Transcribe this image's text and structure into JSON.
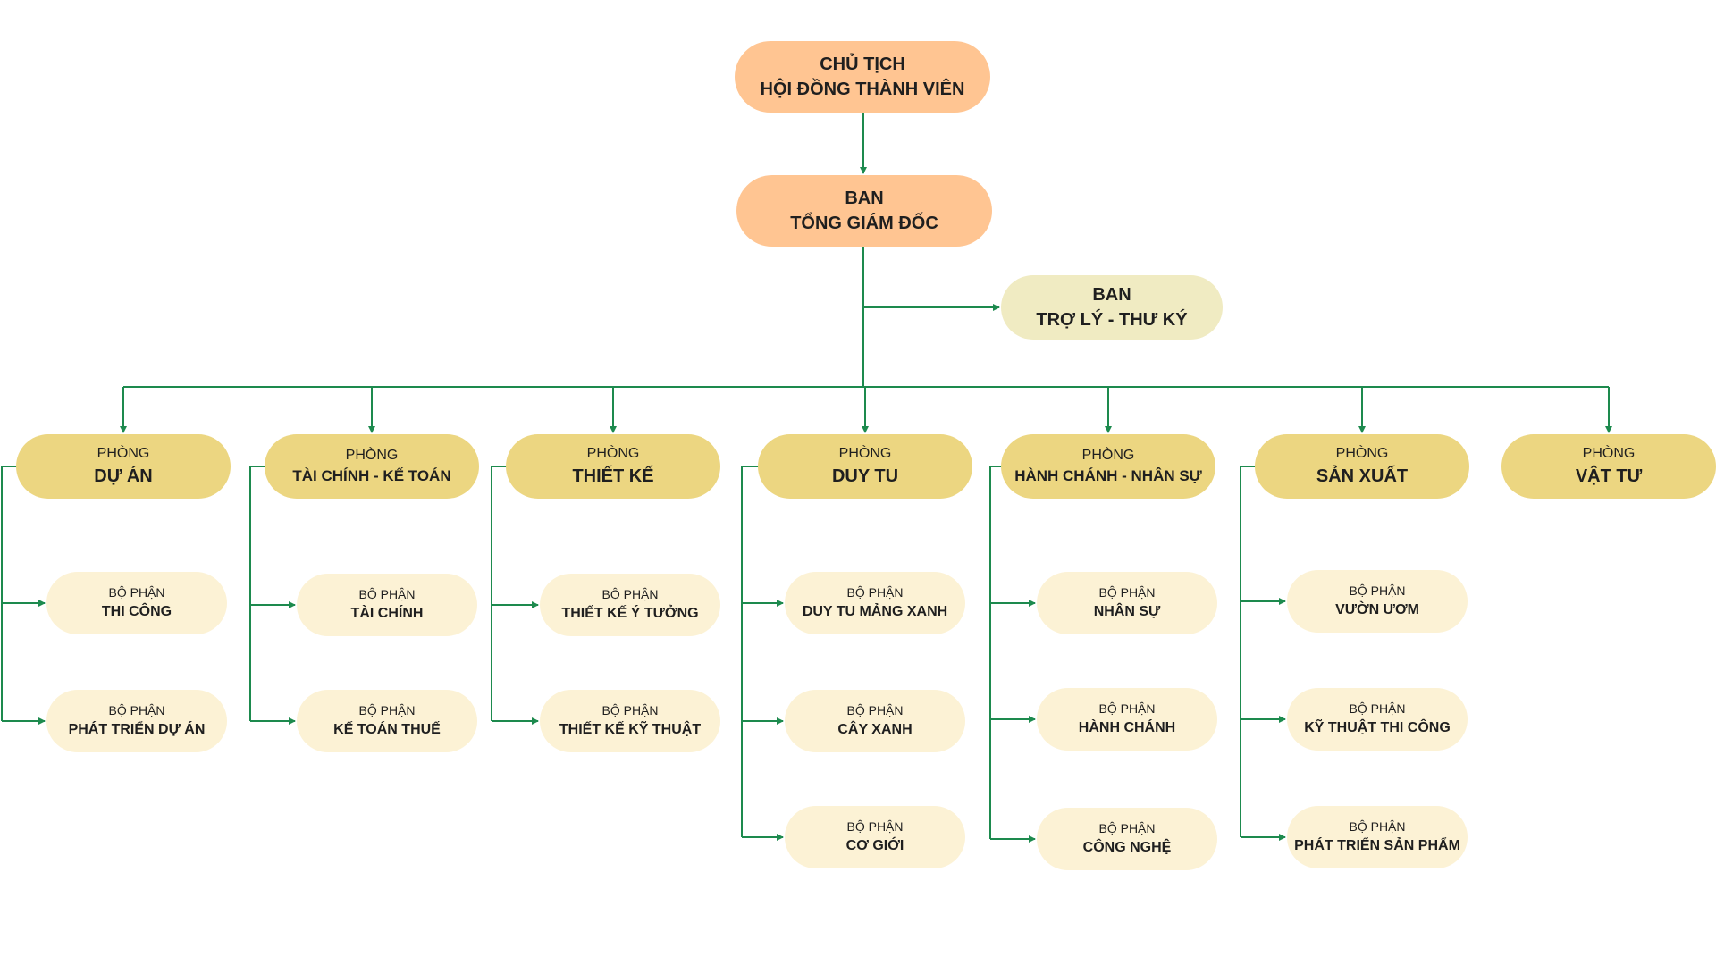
{
  "chart_data": {
    "type": "org-chart",
    "top": [
      {
        "id": "chu-tich",
        "line1": "CHỦ TỊCH",
        "line2": "HỘI ĐỒNG THÀNH VIÊN"
      },
      {
        "id": "tong-giam-doc",
        "line1": "BAN",
        "line2": "TỔNG GIÁM ĐỐC"
      },
      {
        "id": "tro-ly",
        "line1": "BAN",
        "line2": "TRỢ LÝ - THƯ KÝ"
      }
    ],
    "departments": [
      {
        "id": "du-an",
        "line1": "PHÒNG",
        "line2": "DỰ ÁN",
        "units": [
          {
            "line1": "BỘ PHẬN",
            "line2": "THI CÔNG"
          },
          {
            "line1": "BỘ PHẬN",
            "line2": "PHÁT TRIỂN DỰ ÁN"
          }
        ]
      },
      {
        "id": "tai-chinh-ke-toan",
        "line1": "PHÒNG",
        "line2": "TÀI CHÍNH - KẾ TOÁN",
        "units": [
          {
            "line1": "BỘ PHẬN",
            "line2": "TÀI CHÍNH"
          },
          {
            "line1": "BỘ PHẬN",
            "line2": "KẾ TOÁN THUẾ"
          }
        ]
      },
      {
        "id": "thiet-ke",
        "line1": "PHÒNG",
        "line2": "THIẾT KẾ",
        "units": [
          {
            "line1": "BỘ PHẬN",
            "line2": "THIẾT KẾ Ý TƯỞNG"
          },
          {
            "line1": "BỘ PHẬN",
            "line2": "THIẾT KẾ KỸ THUẬT"
          }
        ]
      },
      {
        "id": "duy-tu",
        "line1": "PHÒNG",
        "line2": "DUY TU",
        "units": [
          {
            "line1": "BỘ PHẬN",
            "line2": "DUY TU MẢNG XANH"
          },
          {
            "line1": "BỘ PHẬN",
            "line2": "CÂY XANH"
          },
          {
            "line1": "BỘ PHẬN",
            "line2": "CƠ GIỚI"
          }
        ]
      },
      {
        "id": "hanh-chanh-nhan-su",
        "line1": "PHÒNG",
        "line2": "HÀNH CHÁNH - NHÂN SỰ",
        "units": [
          {
            "line1": "BỘ PHẬN",
            "line2": "NHÂN SỰ"
          },
          {
            "line1": "BỘ PHẬN",
            "line2": "HÀNH CHÁNH"
          },
          {
            "line1": "BỘ PHẬN",
            "line2": "CÔNG NGHỆ"
          }
        ]
      },
      {
        "id": "san-xuat",
        "line1": "PHÒNG",
        "line2": "SẢN XUẤT",
        "units": [
          {
            "line1": "BỘ PHẬN",
            "line2": "VƯỜN ƯƠM"
          },
          {
            "line1": "BỘ PHẬN",
            "line2": "KỸ THUẬT THI CÔNG"
          },
          {
            "line1": "BỘ PHẬN",
            "line2": "PHÁT TRIỂN SẢN PHẨM"
          }
        ]
      },
      {
        "id": "vat-tu",
        "line1": "PHÒNG",
        "line2": "VẬT TƯ",
        "units": []
      }
    ],
    "colors": {
      "line": "#1d8a4e",
      "top_box": "#ffc592",
      "assistant_box": "#f0ebc2",
      "department_box": "#ecd681",
      "unit_box": "#fcf2d5"
    }
  }
}
